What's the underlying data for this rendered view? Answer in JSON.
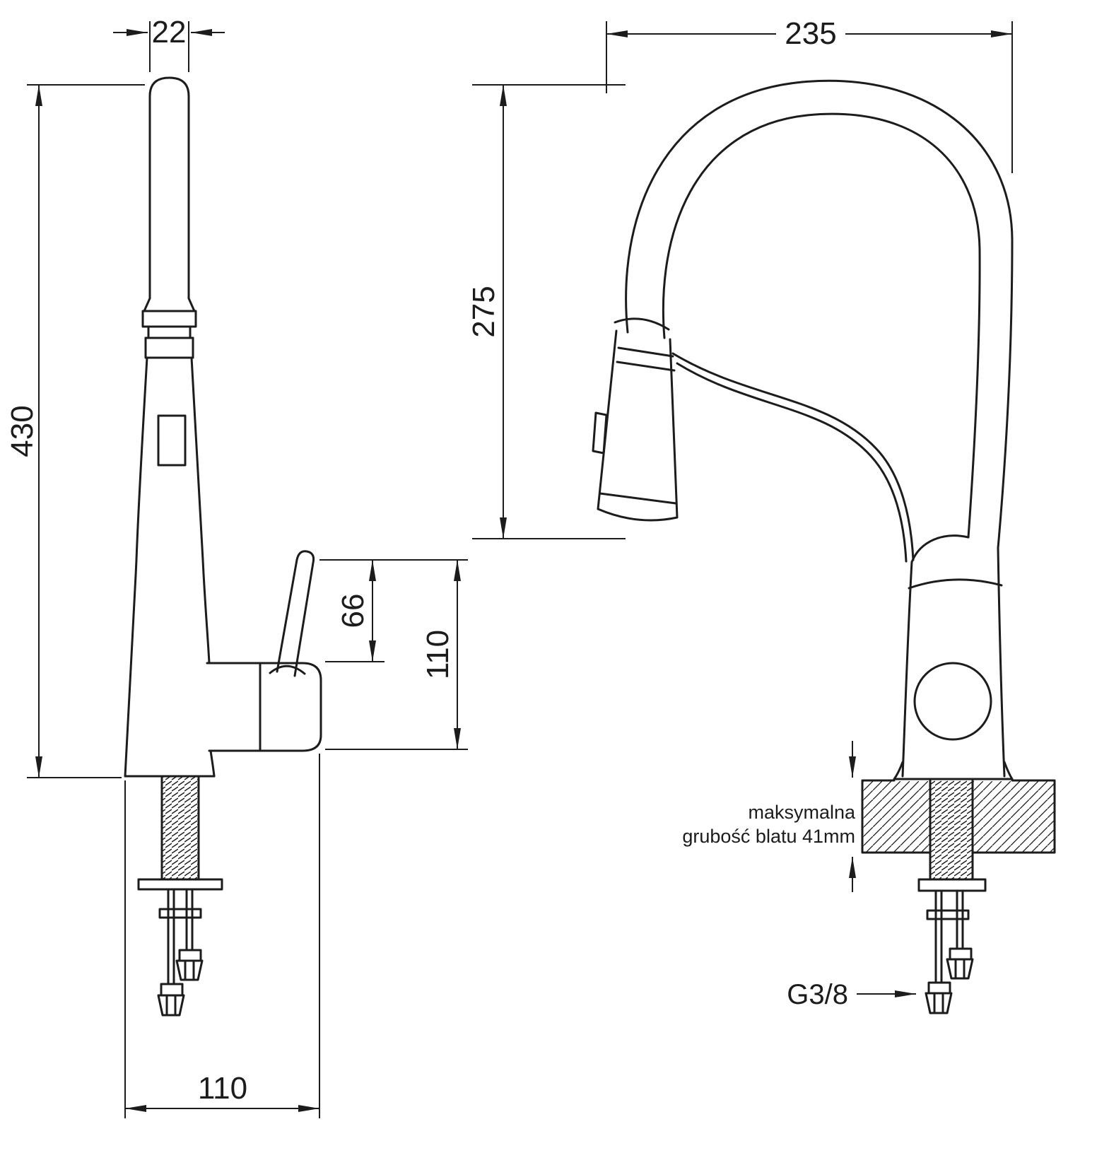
{
  "page": {
    "background": "#ffffff",
    "line_color": "#1c1c1c"
  },
  "drawing": {
    "left_view": {
      "dimensions": {
        "spout_tube_diameter": "22",
        "total_height": "430",
        "handle_height": "66",
        "valve_body_height": "110",
        "base_depth": "110"
      }
    },
    "right_view": {
      "dimensions": {
        "spout_reach": "235",
        "spout_clearance": "275"
      },
      "annotations": {
        "counter_note_line1": "maksymalna",
        "counter_note_line2": "grubość blatu 41mm",
        "connection_thread": "G3/8"
      }
    }
  }
}
